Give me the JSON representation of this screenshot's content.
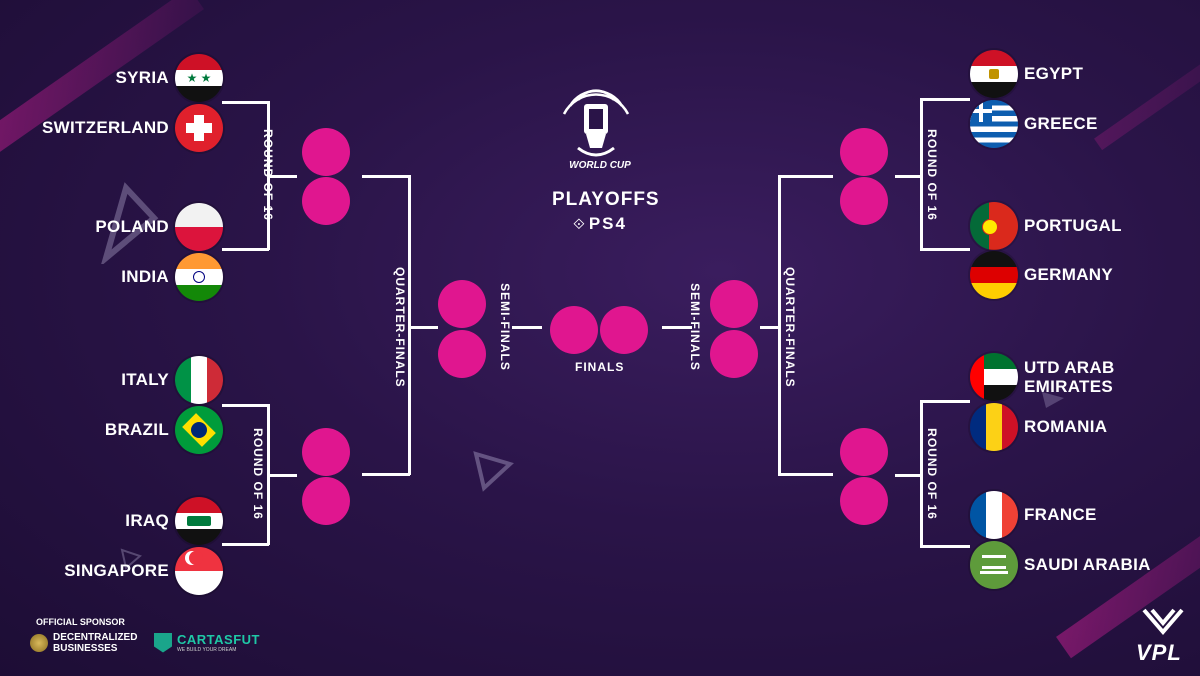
{
  "event": {
    "brand": "VPL",
    "title": "PLAYOFFS",
    "subtitle": "WORLD CUP",
    "platform": "PS4"
  },
  "rounds": {
    "round_of_16": "ROUND OF 16",
    "quarter_finals": "QUARTER-FINALS",
    "semi_finals": "SEMI-FINALS",
    "finals": "FINALS"
  },
  "left_teams": [
    {
      "name": "SYRIA",
      "flag": "syria"
    },
    {
      "name": "SWITZERLAND",
      "flag": "switzerland"
    },
    {
      "name": "POLAND",
      "flag": "poland"
    },
    {
      "name": "INDIA",
      "flag": "india"
    },
    {
      "name": "ITALY",
      "flag": "italy"
    },
    {
      "name": "BRAZIL",
      "flag": "brazil"
    },
    {
      "name": "IRAQ",
      "flag": "iraq"
    },
    {
      "name": "SINGAPORE",
      "flag": "singapore"
    }
  ],
  "right_teams": [
    {
      "name": "EGYPT",
      "flag": "egypt"
    },
    {
      "name": "GREECE",
      "flag": "greece"
    },
    {
      "name": "PORTUGAL",
      "flag": "portugal"
    },
    {
      "name": "GERMANY",
      "flag": "germany"
    },
    {
      "name": "UTD ARAB EMIRATES",
      "flag": "uae"
    },
    {
      "name": "ROMANIA",
      "flag": "romania"
    },
    {
      "name": "FRANCE",
      "flag": "france"
    },
    {
      "name": "SAUDI ARABIA",
      "flag": "saudi-arabia"
    }
  ],
  "sponsors": {
    "label": "OFFICIAL SPONSOR",
    "sponsor1": "DECENTRALIZED BUSINESSES",
    "sponsor2": "CARTASFUT",
    "sponsor2_tagline": "WE BUILD YOUR DREAM"
  },
  "colors": {
    "accent": "#e0168f",
    "background": "#2a1448"
  }
}
